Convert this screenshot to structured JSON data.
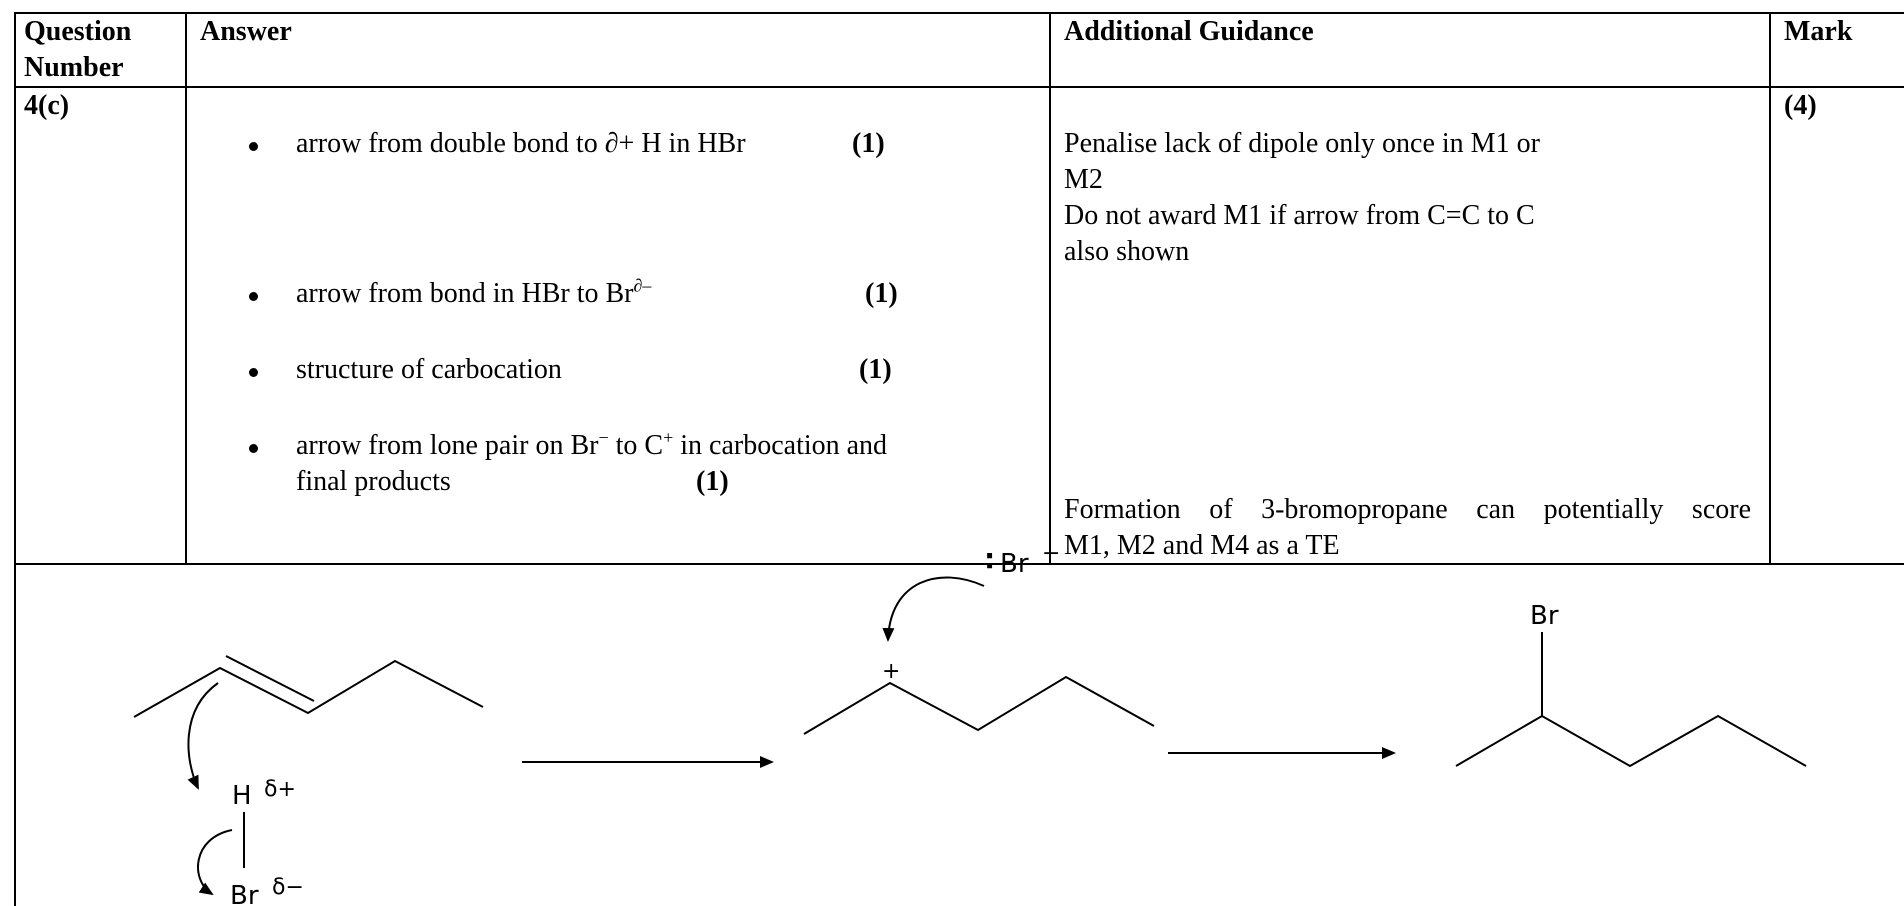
{
  "table": {
    "headers": {
      "question_number": "Question Number",
      "question_number_line1": "Question",
      "question_number_line2": "Number",
      "answer": "Answer",
      "additional_guidance": "Additional Guidance",
      "mark": "Mark"
    },
    "row": {
      "question_number": "4(c)",
      "mark": "(4)",
      "answer_points": [
        {
          "text_before": "arrow from double bond to ∂+ H in HBr",
          "mark": "(1)"
        },
        {
          "text_before": "arrow from bond in HBr to Br",
          "sup": "∂–",
          "mark": "(1)"
        },
        {
          "text_before": "structure of carbocation",
          "mark": "(1)"
        },
        {
          "line1_a": "arrow from lone pair on Br",
          "sup1": "−",
          "line1_b": " to C",
          "sup2": "+",
          "line1_c": " in carbocation and",
          "line2": "final products",
          "mark": "(1)"
        }
      ],
      "guidance": {
        "line1": "Penalise lack of dipole only once in M1 or",
        "line2": "M2",
        "line3": "Do not award M1 if arrow from C=C to C",
        "line4": "also shown",
        "line5": "Formation of 3-bromopropane can potentially score",
        "line6": "M1, M2 and M4 as a TE"
      }
    }
  },
  "mechanism": {
    "h_label": "H",
    "h_charge": "δ+",
    "br_label": "Br",
    "br_charge": "δ−",
    "carbocation_charge": "+",
    "bromide_label": "Br",
    "bromide_charge": "−",
    "bromide_lone_pair": ":",
    "product_br_label": "Br"
  }
}
